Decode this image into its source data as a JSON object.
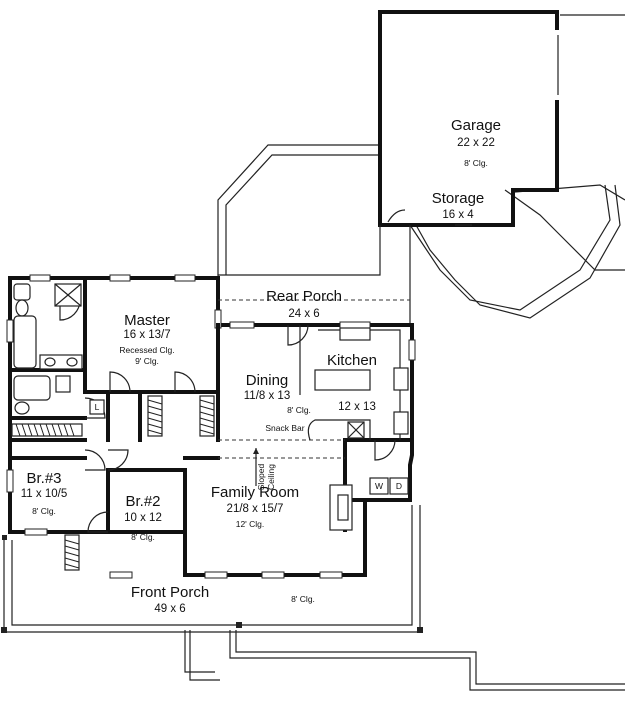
{
  "rooms": {
    "garage": {
      "name": "Garage",
      "dims": "22 x 22",
      "note": "8' Clg."
    },
    "storage": {
      "name": "Storage",
      "dims": "16 x 4"
    },
    "rear_porch": {
      "name": "Rear Porch",
      "dims": "24 x 6"
    },
    "master": {
      "name": "Master",
      "dims": "16 x 13/7",
      "note": "Recessed Clg.",
      "note2": "9' Clg."
    },
    "kitchen": {
      "name": "Kitchen",
      "dims": "12 x 13"
    },
    "dining": {
      "name": "Dining",
      "dims": "11/8 x 13",
      "note": "8' Clg."
    },
    "br3": {
      "name": "Br.#3",
      "dims": "11 x 10/5",
      "note": "8' Clg."
    },
    "br2": {
      "name": "Br.#2",
      "dims": "10 x 12",
      "note": "8' Clg."
    },
    "family_room": {
      "name": "Family Room",
      "dims": "21/8 x 15/7",
      "note": "12' Clg."
    },
    "front_porch": {
      "name": "Front Porch",
      "dims": "49 x 6",
      "note": "8' Clg."
    }
  },
  "labels": {
    "snack_bar": "Snack Bar",
    "sloped_line1": "Sloped",
    "sloped_line2": "Ceiling",
    "linen": "L",
    "washer": "W",
    "dryer": "D"
  }
}
